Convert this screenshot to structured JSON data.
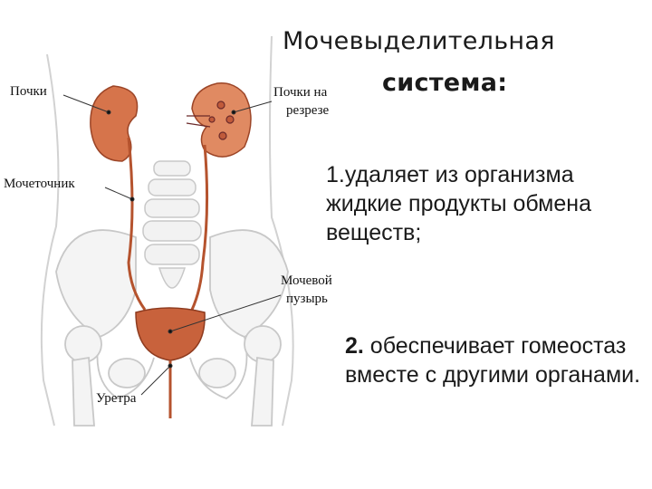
{
  "title": {
    "line1": "Мочевыделительная",
    "line2": "система:"
  },
  "points": [
    {
      "number": "1.",
      "text": "удаляет из организма жидкие продукты обмена веществ;"
    },
    {
      "number": "2.",
      "text": " обеспечивает гомеостаз вместе с другими органами."
    }
  ],
  "diagram_labels": {
    "kidneys": "Почки",
    "kidney_cut_line1": "Почки на",
    "kidney_cut_line2": "резрезе",
    "ureter": "Мочеточник",
    "bladder_line1": "Мочевой",
    "bladder_line2": "пузырь",
    "urethra": "Уретра"
  },
  "colors": {
    "organ": "#b5532e",
    "organ_light": "#e59a78",
    "bone_outline": "#c8c8c8",
    "text": "#1a1a1a"
  }
}
